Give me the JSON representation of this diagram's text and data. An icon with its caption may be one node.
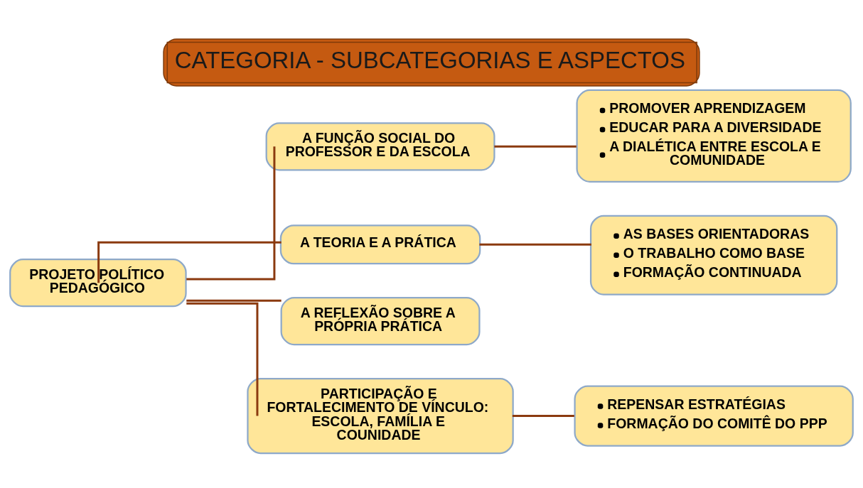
{
  "diagram": {
    "title": "CATEGORIA - SUBCATEGORIAS E ASPECTOS",
    "nodes": [
      {
        "text": [
          "PROJETO POLÍTICO PEDAGÓGICO"
        ]
      },
      {
        "text": [
          "A FUNÇÃO SOCIAL DO PROFESSOR E DA ESCOLA"
        ]
      },
      {
        "text": [
          "PROMOVER APRENDIZAGEM",
          "EDUCAR PARA A DIVERSIDADE",
          "A DIALÉTICA ENTRE ESCOLA E COMUNIDADE"
        ]
      },
      {
        "text": [
          "A TEORIA E A PRÁTICA"
        ]
      },
      {
        "text": [
          "AS BASES ORIENTADORAS",
          "O TRABALHO COMO BASE",
          "FORMAÇÃO CONTINUADA"
        ]
      },
      {
        "text": [
          "A REFLEXÃO SOBRE A PRÓPRIA PRÁTICA"
        ]
      },
      {
        "text": [
          "PARTICIPAÇÃO E FORTALECIMENTO DE VÍNCULO: ESCOLA, FAMÍLIA E COUNIDADE"
        ]
      },
      {
        "text": [
          "REPENSAR ESTRATÉGIAS",
          "FORMAÇÃO DO COMITÊ DO PPP"
        ]
      }
    ],
    "edges": [
      {
        "from": 0,
        "to": 1,
        "arrow": "none"
      },
      {
        "from": 0,
        "to": 3,
        "arrow": "none"
      },
      {
        "from": 0,
        "to": 5,
        "arrow": "none"
      },
      {
        "from": 0,
        "to": 6,
        "arrow": "none"
      },
      {
        "from": 1,
        "to": 2,
        "arrow": "none"
      },
      {
        "from": 3,
        "to": 4,
        "arrow": "none"
      },
      {
        "from": 6,
        "to": 7,
        "arrow": "none"
      }
    ]
  }
}
